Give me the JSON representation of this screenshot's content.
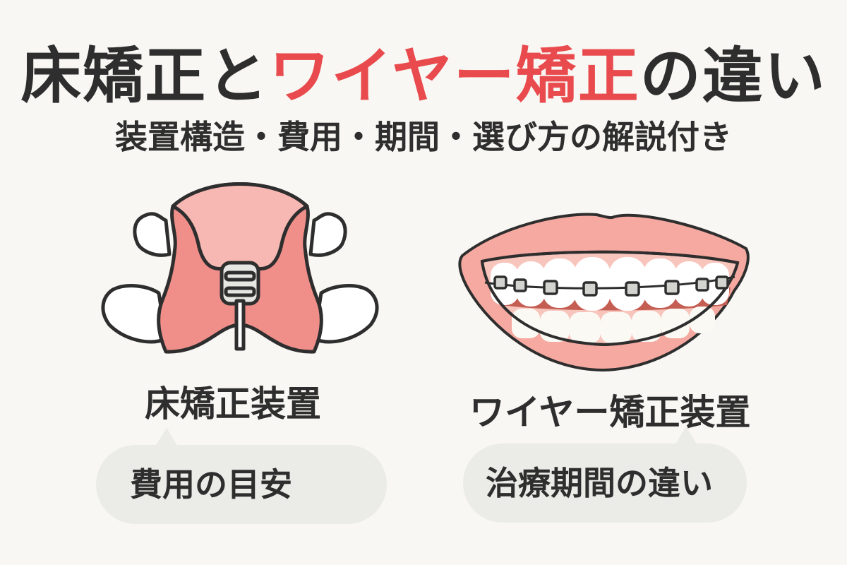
{
  "header": {
    "title_part1": "床矯正と",
    "title_accent": "ワイヤー矯正",
    "title_part2": "の違い",
    "subtitle": "装置構造・費用・期間・選び方の解説付き"
  },
  "left": {
    "illustration": "palatal-expander-illustration",
    "label": "床矯正装置",
    "bubble": "費用の目安"
  },
  "right": {
    "illustration": "braces-smile-illustration",
    "label": "ワイヤー矯正装置",
    "bubble": "治療期間の違い"
  },
  "colors": {
    "background": "#f8f7f3",
    "text": "#2e2e2e",
    "accent_red": "#e84a4d",
    "plate_pink": "#f08f8a",
    "plate_light_pink": "#f7b8b3",
    "lip_pink": "#f5a9a0",
    "bubble_gray": "#ebebe8"
  }
}
